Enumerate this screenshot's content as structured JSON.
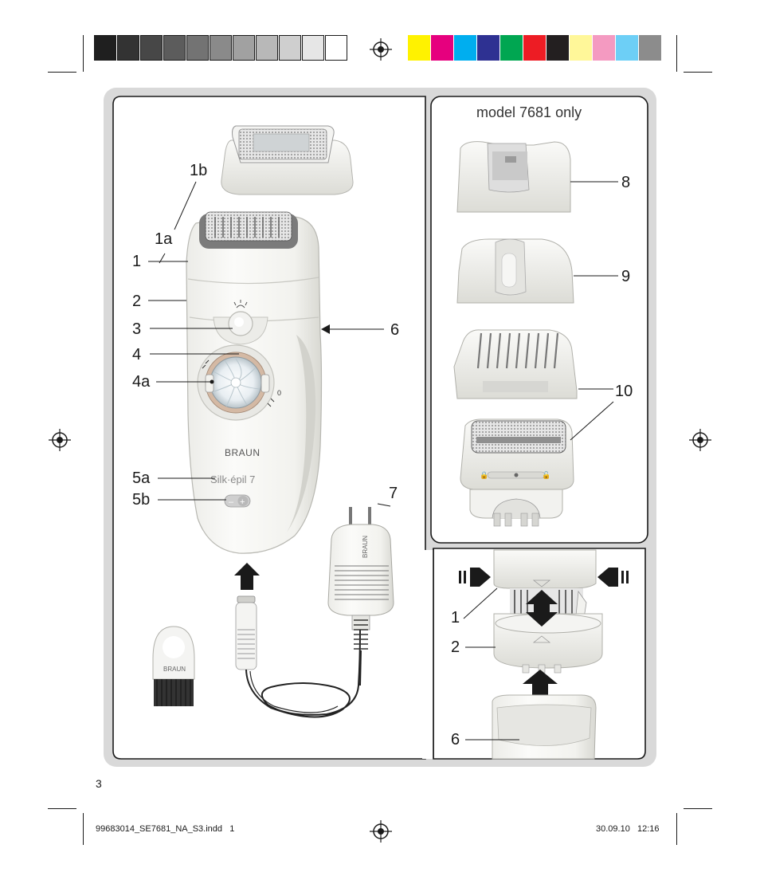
{
  "colors": {
    "frame_gray": "#d9d9d9",
    "panel_border": "#1a1a1a",
    "device_white": "#f7f7f5",
    "device_shade": "#e4e4e0",
    "arrow_black": "#1a1a1a"
  },
  "calibration_bar": {
    "grays": [
      "#1f1f1f",
      "#333333",
      "#474747",
      "#5c5c5c",
      "#737373",
      "#8a8a8a",
      "#a1a1a1",
      "#b8b8b8",
      "#cfcfcf",
      "#e6e6e6",
      "#ffffff"
    ],
    "colors": [
      "#fff200",
      "#e6007e",
      "#00aeef",
      "#2e3192",
      "#00a651",
      "#ed1c24",
      "#231f20",
      "#fff799",
      "#f49ac1",
      "#6dcff6",
      "#8c8c8c"
    ]
  },
  "labels": {
    "l1b": "1b",
    "l1a": "1a",
    "l1": "1",
    "l2": "2",
    "l3": "3",
    "l4": "4",
    "l4a": "4a",
    "l5a": "5a",
    "l5b": "5b",
    "l6": "6",
    "l7": "7",
    "l8": "8",
    "l9": "9",
    "l10": "10",
    "r1": "1",
    "r2": "2",
    "r6": "6"
  },
  "model_note": "model 7681 only",
  "device_text": {
    "brand": "BRAUN",
    "product": "Silk·épil 7",
    "minus": "–",
    "plus": "+"
  },
  "page_number": "3",
  "footer": {
    "file": "99683014_SE7681_NA_S3.indd   1",
    "stamp": "30.09.10   12:16"
  },
  "icons": [
    "registration-mark-icon",
    "push-arrow-icon",
    "double-arrow-icon"
  ]
}
